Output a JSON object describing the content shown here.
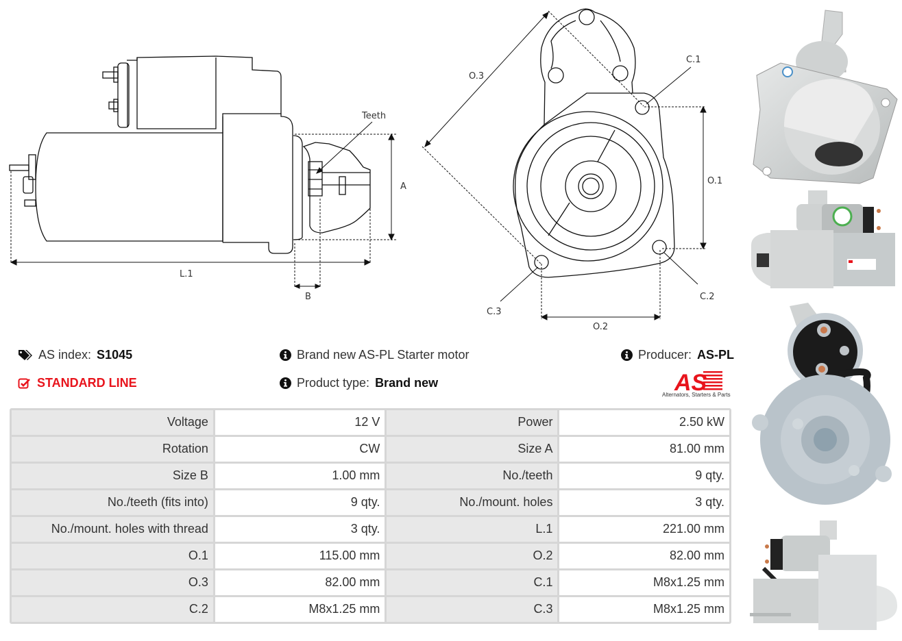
{
  "drawing_side": {
    "labels": {
      "teeth": "Teeth",
      "size_a": "A",
      "length": "L.1",
      "size_b": "B"
    }
  },
  "drawing_front": {
    "labels": {
      "o1": "O.1",
      "o2": "O.2",
      "o3": "O.3",
      "c1": "C.1",
      "c2": "C.2",
      "c3": "C.3"
    }
  },
  "info": {
    "as_index_label": "AS index:",
    "as_index_value": "S1045",
    "line": "STANDARD LINE",
    "description": "Brand new AS-PL Starter motor",
    "product_type_label": "Product type:",
    "product_type_value": "Brand new",
    "producer_label": "Producer:",
    "producer_value": "AS-PL",
    "logo_text": "AS",
    "logo_caption": "Alternators, Starters & Parts",
    "icons": {
      "tag": "tags-icon",
      "check": "check-square-icon",
      "info": "info-circle-icon"
    },
    "accent_color": "#e8141c"
  },
  "specs": {
    "rows": [
      {
        "l1": "Voltage",
        "v1": "12 V",
        "l2": "Power",
        "v2": "2.50 kW"
      },
      {
        "l1": "Rotation",
        "v1": "CW",
        "l2": "Size A",
        "v2": "81.00 mm"
      },
      {
        "l1": "Size B",
        "v1": "1.00 mm",
        "l2": "No./teeth",
        "v2": "9 qty."
      },
      {
        "l1": "No./teeth (fits into)",
        "v1": "9 qty.",
        "l2": "No./mount. holes",
        "v2": "3 qty."
      },
      {
        "l1": "No./mount. holes with thread",
        "v1": "3 qty.",
        "l2": "L.1",
        "v2": "221.00 mm"
      },
      {
        "l1": "O.1",
        "v1": "115.00 mm",
        "l2": "O.2",
        "v2": "82.00 mm"
      },
      {
        "l1": "O.3",
        "v1": "82.00 mm",
        "l2": "C.1",
        "v2": "M8x1.25 mm"
      },
      {
        "l1": "C.2",
        "v1": "M8x1.25 mm",
        "l2": "C.3",
        "v2": "M8x1.25 mm"
      }
    ]
  },
  "photos": [
    {
      "name": "photo-front-flange"
    },
    {
      "name": "photo-side-view"
    },
    {
      "name": "photo-rear-view"
    },
    {
      "name": "photo-side-view-2"
    }
  ]
}
